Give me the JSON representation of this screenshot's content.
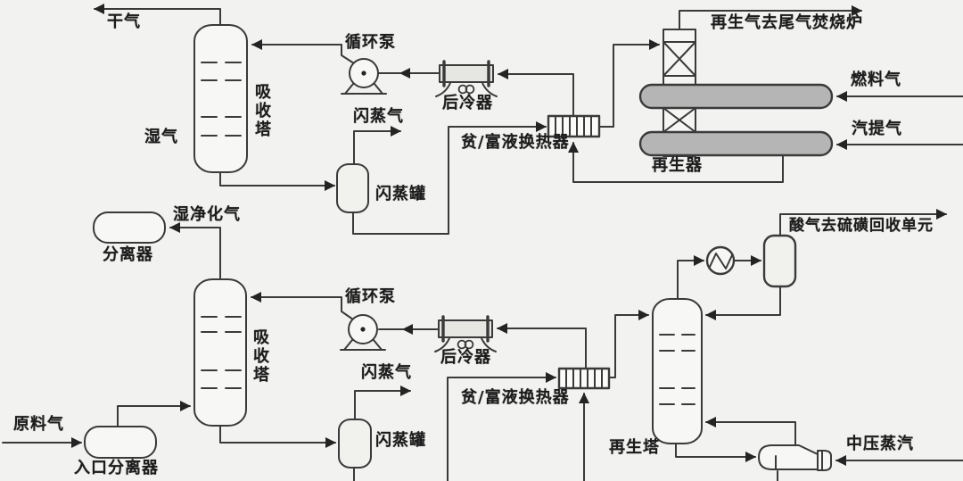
{
  "diagram_type": "process-flow-diagram",
  "colors": {
    "background": "#f2f2f0",
    "line": "#3a3a3a",
    "drum_fill": "#b5b5b5",
    "vessel_fill": "#f7f7f5",
    "cooler_fill": "#e6e6e3",
    "arrow": "#242424"
  },
  "labels": {
    "dry_gas": "干气",
    "wet_gas": "湿气",
    "separator": "分离器",
    "wet_purified_gas": "湿净化气",
    "absorber_top": "吸收塔",
    "circulation_pump_top": "循环泵",
    "after_cooler_top": "后冷器",
    "flash_gas_top": "闪蒸气",
    "flash_drum_top": "闪蒸罐",
    "lean_rich_exchanger_top": "贫/富液换热器",
    "regen_gas_to_incinerator": "再生气去尾气焚烧炉",
    "fuel_gas": "燃料气",
    "stripping_gas": "汽提气",
    "regenerator": "再生器",
    "feed_gas": "原料气",
    "inlet_separator": "入口分离器",
    "absorber_bottom": "吸收塔",
    "circulation_pump_bottom": "循环泵",
    "after_cooler_bottom": "后冷器",
    "flash_gas_bottom": "闪蒸气",
    "flash_drum_bottom": "闪蒸罐",
    "lean_rich_exchanger_bottom": "贫/富液换热器",
    "regeneration_tower": "再生塔",
    "acid_gas_to_sulfur_recovery": "酸气去硫磺回收单元",
    "mp_steam": "中压蒸汽"
  }
}
